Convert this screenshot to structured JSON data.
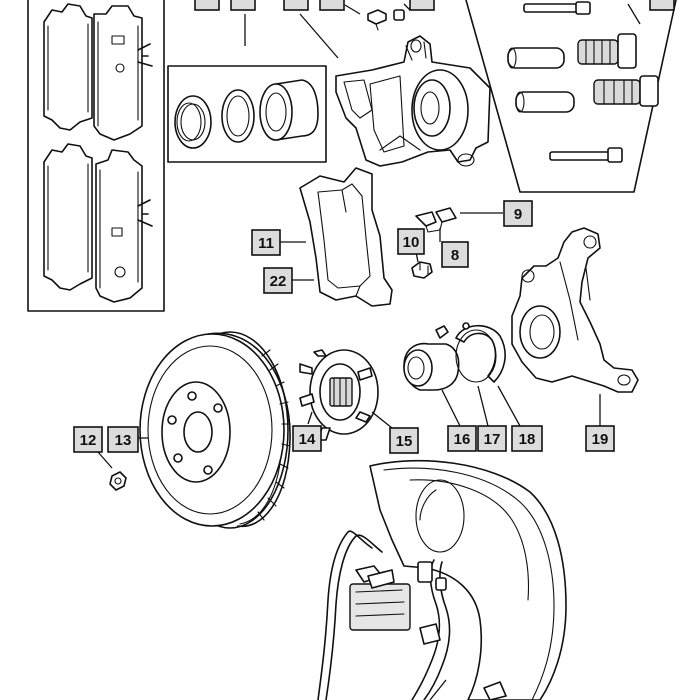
{
  "callouts": [
    {
      "id": "c-top-1",
      "label": ""
    },
    {
      "id": "c-top-2",
      "label": ""
    },
    {
      "id": "c-top-3",
      "label": ""
    },
    {
      "id": "c-top-4",
      "label": ""
    },
    {
      "id": "c-top-5",
      "label": ""
    },
    {
      "id": "c-top-6",
      "label": ""
    },
    {
      "id": "c9",
      "label": "9"
    },
    {
      "id": "c11",
      "label": "11"
    },
    {
      "id": "c10",
      "label": "10"
    },
    {
      "id": "c8",
      "label": "8"
    },
    {
      "id": "c22",
      "label": "22"
    },
    {
      "id": "c12",
      "label": "12"
    },
    {
      "id": "c13",
      "label": "13"
    },
    {
      "id": "c14",
      "label": "14"
    },
    {
      "id": "c15",
      "label": "15"
    },
    {
      "id": "c16",
      "label": "16"
    },
    {
      "id": "c17",
      "label": "17"
    },
    {
      "id": "c18",
      "label": "18"
    },
    {
      "id": "c19",
      "label": "19"
    }
  ]
}
